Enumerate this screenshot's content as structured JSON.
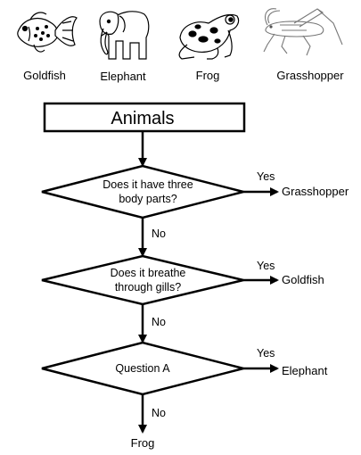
{
  "animals": [
    {
      "name": "Goldfish",
      "icon": "goldfish-icon"
    },
    {
      "name": "Elephant",
      "icon": "elephant-icon"
    },
    {
      "name": "Frog",
      "icon": "frog-icon"
    },
    {
      "name": "Grasshopper",
      "icon": "grasshopper-icon"
    }
  ],
  "title": "Animals",
  "questions": [
    {
      "line1": "Does it have three",
      "line2": "body parts?",
      "yes_label": "Yes",
      "yes_result": "Grasshopper",
      "no_label": "No"
    },
    {
      "line1": "Does it breathe",
      "line2": "through gills?",
      "yes_label": "Yes",
      "yes_result": "Goldfish",
      "no_label": "No"
    },
    {
      "line1": "Question A",
      "line2": "",
      "yes_label": "Yes",
      "yes_result": "Elephant",
      "no_label": "No"
    }
  ],
  "final_result": "Frog"
}
